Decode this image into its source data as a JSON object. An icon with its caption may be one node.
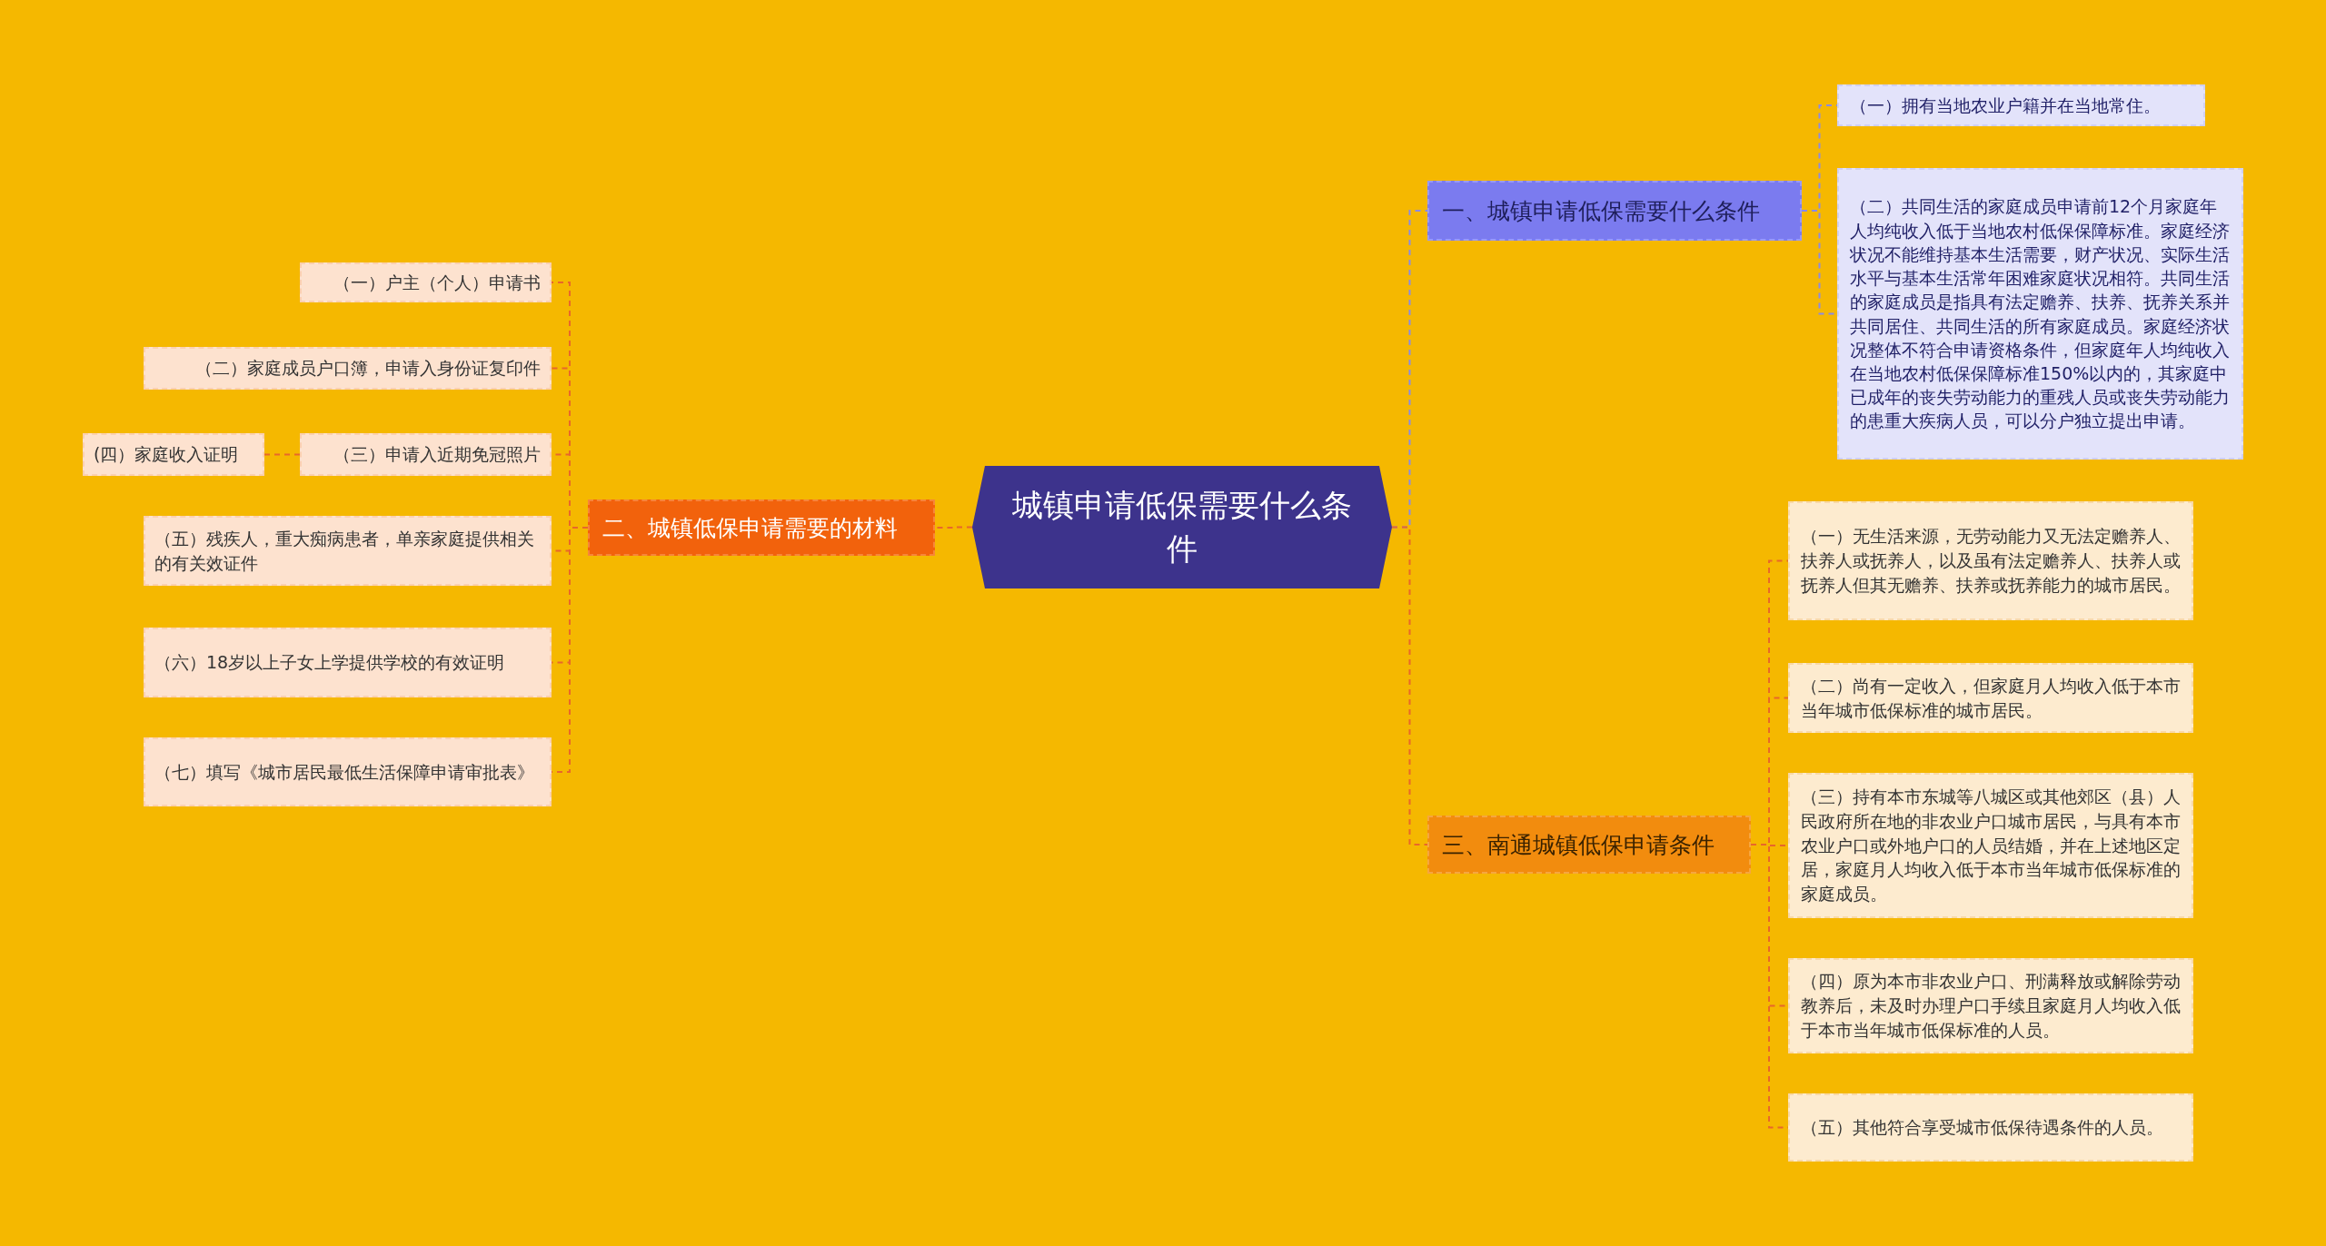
{
  "diagram": {
    "nodes": [
      {
        "text": [
          "城镇申请低保需要什么条件"
        ]
      },
      {
        "text": [
          "一、城镇申请低保需要什么条件"
        ]
      },
      {
        "text": [
          "（一）拥有当地农业户籍并在当地常住。"
        ]
      },
      {
        "text": [
          "（二）共同生活的家庭成员申请前12个月家庭年人均纯收入低于当地农村低保保障标准。家庭经济状况不能维持基本生活需要，财产状况、实际生活水平与基本生活常年困难家庭状况相符。共同生活的家庭成员是指具有法定赡养、扶养、抚养关系并共同居住、共同生活的所有家庭成员。家庭经济状况整体不符合申请资格条件，但家庭年人均纯收入在当地农村低保保障标准150%以内的，其家庭中已成年的丧失劳动能力的重残人员或丧失劳动能力的患重大疾病人员，可以分户独立提出申请。"
        ]
      },
      {
        "text": [
          "二、城镇低保申请需要的材料"
        ]
      },
      {
        "text": [
          "（一）户主（个人）申请书"
        ]
      },
      {
        "text": [
          "（二）家庭成员户口簿，申请入身份证复印件"
        ]
      },
      {
        "text": [
          "（三）申请入近期免冠照片"
        ]
      },
      {
        "text": [
          "(四）家庭收入证明"
        ]
      },
      {
        "text": [
          "（五）残疾人，重大痴病患者，单亲家庭提供相关的有关效证件"
        ]
      },
      {
        "text": [
          "（六）18岁以上子女上学提供学校的有效证明"
        ]
      },
      {
        "text": [
          "（七）填写《城市居民最低生活保障申请审批表》"
        ]
      },
      {
        "text": [
          "三、南通城镇低保申请条件"
        ]
      },
      {
        "text": [
          "（一）无生活来源，无劳动能力又无法定赡养人、扶养人或抚养人，以及虽有法定赡养人、扶养人或抚养人但其无赡养、扶养或抚养能力的城市居民。"
        ]
      },
      {
        "text": [
          "（二）尚有一定收入，但家庭月人均收入低于本市当年城市低保标准的城市居民。"
        ]
      },
      {
        "text": [
          "（三）持有本市东城等八城区或其他郊区（县）人民政府所在地的非农业户口城市居民，与具有本市农业户口或外地户口的人员结婚，并在上述地区定居，家庭月人均收入低于本市当年城市低保标准的家庭成员。"
        ]
      },
      {
        "text": [
          "（四）原为本市非农业户口、刑满释放或解除劳动教养后，未及时办理户口手续且家庭月人均收入低于本市当年城市低保标准的人员。"
        ]
      },
      {
        "text": [
          "（五）其他符合享受城市低保待遇条件的人员。"
        ]
      }
    ],
    "edges": [
      {
        "from": 0,
        "to": 1,
        "arrow": "none",
        "style": "dashed",
        "color": "#8a8ae8"
      },
      {
        "from": 1,
        "to": 2,
        "arrow": "none",
        "style": "dashed",
        "color": "#8a8ae8"
      },
      {
        "from": 1,
        "to": 3,
        "arrow": "none",
        "style": "dashed",
        "color": "#8a8ae8"
      },
      {
        "from": 0,
        "to": 4,
        "arrow": "none",
        "style": "dashed"
      },
      {
        "from": 4,
        "to": 5,
        "arrow": "none",
        "style": "dashed"
      },
      {
        "from": 4,
        "to": 6,
        "arrow": "none",
        "style": "dashed"
      },
      {
        "from": 4,
        "to": 7,
        "arrow": "none",
        "style": "dashed"
      },
      {
        "from": 7,
        "to": 8,
        "arrow": "none",
        "style": "dashed"
      },
      {
        "from": 4,
        "to": 9,
        "arrow": "none",
        "style": "dashed"
      },
      {
        "from": 4,
        "to": 10,
        "arrow": "none",
        "style": "dashed"
      },
      {
        "from": 4,
        "to": 11,
        "arrow": "none",
        "style": "dashed"
      },
      {
        "from": 0,
        "to": 12,
        "arrow": "none",
        "style": "dashed"
      },
      {
        "from": 12,
        "to": 13,
        "arrow": "none",
        "style": "dashed"
      },
      {
        "from": 12,
        "to": 14,
        "arrow": "none",
        "style": "dashed"
      },
      {
        "from": 12,
        "to": 15,
        "arrow": "none",
        "style": "dashed"
      },
      {
        "from": 12,
        "to": 16,
        "arrow": "none",
        "style": "dashed"
      },
      {
        "from": 12,
        "to": 17,
        "arrow": "none",
        "style": "dashed"
      }
    ]
  }
}
